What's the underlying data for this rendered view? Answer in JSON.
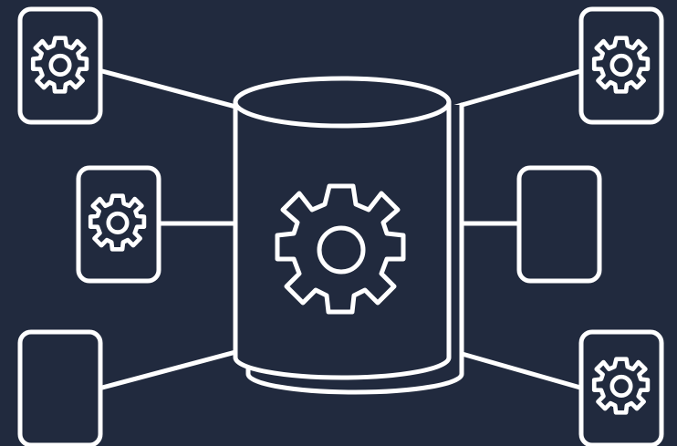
{
  "diagram": {
    "background_color": "#212a3e",
    "line_color": "#ffffff",
    "center": {
      "shape": "cylinder",
      "icon": "gear-icon"
    },
    "nodes": [
      {
        "id": "top-left",
        "icon": "gear-icon"
      },
      {
        "id": "mid-left",
        "icon": "gear-icon"
      },
      {
        "id": "bottom-left",
        "icon": "none"
      },
      {
        "id": "top-right",
        "icon": "gear-icon"
      },
      {
        "id": "mid-right",
        "icon": "none"
      },
      {
        "id": "bottom-right",
        "icon": "gear-icon"
      }
    ]
  }
}
